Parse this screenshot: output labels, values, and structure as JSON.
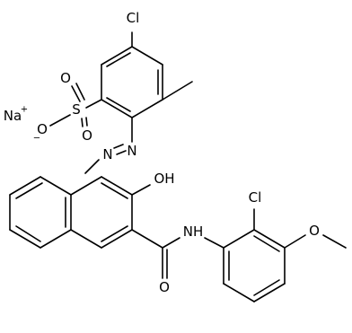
{
  "structure": {
    "labels": {
      "cl_top": "Cl",
      "na": "Na",
      "na_charge": "+",
      "sulfonate_s": "S",
      "sulfonate_o_upper": "O",
      "sulfonate_o_lower": "O",
      "sulfonate_o_anion": "O",
      "sulfonate_o_charge": "−",
      "azo_n1": "N",
      "azo_n2": "N",
      "hydroxyl": "OH",
      "amide_nh": "NH",
      "amide_o": "O",
      "cl_aryl": "Cl",
      "methoxy_o": "O"
    }
  }
}
